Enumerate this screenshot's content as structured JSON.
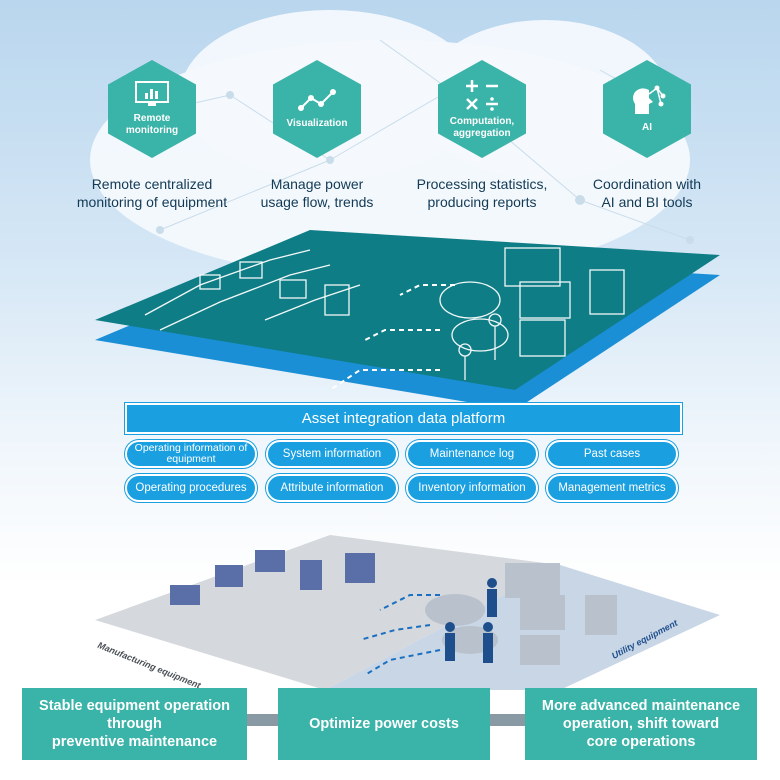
{
  "features": [
    {
      "icon": "monitor-chart-icon",
      "title_line1": "Remote",
      "title_line2": "monitoring",
      "desc_line1": "Remote centralized",
      "desc_line2": "monitoring of equipment"
    },
    {
      "icon": "line-graph-icon",
      "title_line1": "Visualization",
      "title_line2": "",
      "desc_line1": "Manage power",
      "desc_line2": "usage flow, trends"
    },
    {
      "icon": "math-operators-icon",
      "title_line1": "Computation,",
      "title_line2": "aggregation",
      "desc_line1": "Processing statistics,",
      "desc_line2": "producing reports"
    },
    {
      "icon": "ai-head-icon",
      "title_line1": "AI",
      "title_line2": "",
      "desc_line1": "Coordination with",
      "desc_line2": "AI and BI tools"
    }
  ],
  "platform": {
    "title": "Asset integration data platform",
    "items": [
      {
        "line1": "Operating information of",
        "line2": "equipment"
      },
      {
        "line1": "System information",
        "line2": ""
      },
      {
        "line1": "Maintenance log",
        "line2": ""
      },
      {
        "line1": "Past cases",
        "line2": ""
      },
      {
        "line1": "Operating procedures",
        "line2": ""
      },
      {
        "line1": "Attribute information",
        "line2": ""
      },
      {
        "line1": "Inventory information",
        "line2": ""
      },
      {
        "line1": "Management metrics",
        "line2": ""
      }
    ]
  },
  "floor": {
    "left_label": "Manufacturing equipment",
    "right_label": "Utility equipment"
  },
  "outcomes": [
    {
      "line1": "Stable equipment operation",
      "line2": "through",
      "line3": "preventive maintenance"
    },
    {
      "line1": "Optimize power costs",
      "line2": "",
      "line3": ""
    },
    {
      "line1": "More advanced maintenance",
      "line2": "operation, shift toward",
      "line3": "core operations"
    }
  ],
  "colors": {
    "teal": "#3ab3a8",
    "blue": "#1a9fe0",
    "dark_teal": "#0e6f78"
  }
}
